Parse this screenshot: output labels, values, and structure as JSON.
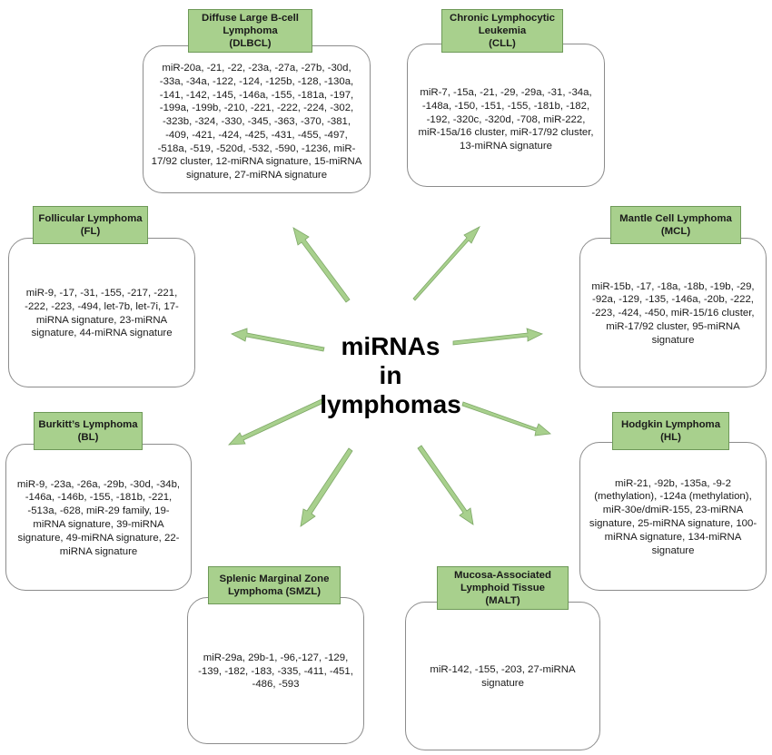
{
  "center": {
    "lines": [
      "miRNAs",
      "in",
      "lymphomas"
    ]
  },
  "colors": {
    "label_fill": "#a8d08d",
    "label_border": "#6e9958",
    "arrow": "#a8d08d",
    "card_border": "#8c8c8c"
  },
  "nodes": [
    {
      "id": "dlbcl",
      "label": [
        "Diffuse Large B-cell",
        "Lymphoma",
        "(DLBCL)"
      ],
      "text": "miR-20a, -21, -22, -23a, -27a, -27b, -30d, -33a, -34a, -122, -124, -125b, -128, -130a, -141, -142, -145, -146a, -155, -181a, -197, -199a, -199b, -210, -221, -222, -224, -302, -323b, -324, -330, -345, -363, -370, -381, -409, -421, -424, -425, -431, -455, -497, -518a, -519, -520d, -532, -590, -1236, miR-17/92 cluster, 12-miRNA signature, 15-miRNA signature, 27-miRNA signature"
    },
    {
      "id": "cll",
      "label": [
        "Chronic Lymphocytic",
        "Leukemia",
        "(CLL)"
      ],
      "text": "miR-7, -15a, -21, -29, -29a, -31, -34a, -148a, -150, -151, -155, -181b, -182, -192, -320c, -320d, -708, miR-222, miR-15a/16 cluster, miR-17/92 cluster, 13-miRNA signature"
    },
    {
      "id": "fl",
      "label": [
        "Follicular Lymphoma",
        "(FL)"
      ],
      "text": "miR-9, -17, -31, -155, -217, -221, -222, -223, -494, let-7b, let-7i, 17-miRNA signature, 23-miRNA signature, 44-miRNA signature"
    },
    {
      "id": "mcl",
      "label": [
        "Mantle Cell Lymphoma",
        "(MCL)"
      ],
      "text": "miR-15b, -17, -18a, -18b, -19b, -29, -92a, -129, -135, -146a, -20b, -222, -223, -424, -450, miR-15/16 cluster, miR-17/92 cluster, 95-miRNA signature"
    },
    {
      "id": "bl",
      "label": [
        "Burkitt’s Lymphoma",
        "(BL)"
      ],
      "text": "miR-9, -23a, -26a, -29b, -30d, -34b, -146a, -146b, -155, -181b, -221, -513a, -628, miR-29 family, 19-miRNA signature, 39-miRNA signature, 49-miRNA signature, 22-miRNA signature"
    },
    {
      "id": "hl",
      "label": [
        "Hodgkin Lymphoma",
        "(HL)"
      ],
      "text": "miR-21, -92b, -135a, -9-2 (methylation), -124a (methylation), miR-30e/dmiR-155, 23-miRNA signature, 25-miRNA signature, 100-miRNA signature, 134-miRNA signature"
    },
    {
      "id": "smzl",
      "label": [
        "Splenic Marginal Zone",
        "Lymphoma (SMZL)"
      ],
      "text": "miR-29a, 29b-1, -96,-127, -129, -139, -182, -183, -335, -411, -451, -486, -593"
    },
    {
      "id": "malt",
      "label": [
        "Mucosa-Associated",
        "Lymphoid Tissue",
        "(MALT)"
      ],
      "text": "miR-142, -155, -203, 27-miRNA signature"
    }
  ]
}
